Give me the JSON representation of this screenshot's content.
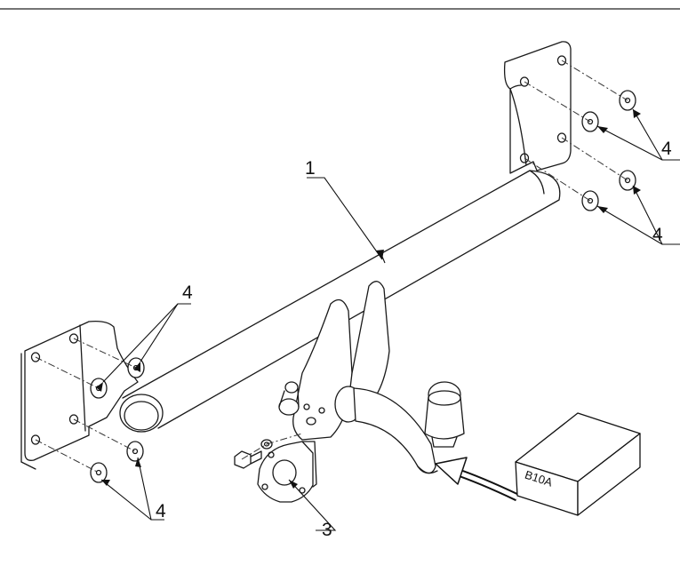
{
  "callouts": {
    "tube": "1",
    "socket_plate": "3",
    "washer_top_right": "4",
    "washer_right": "4",
    "washer_left_top": "4",
    "washer_left_bottom": "4"
  },
  "package": {
    "label": "B10A"
  },
  "colors": {
    "line": "#1a1a1a",
    "fill": "#ffffff",
    "shade": "#e6e6e6"
  }
}
